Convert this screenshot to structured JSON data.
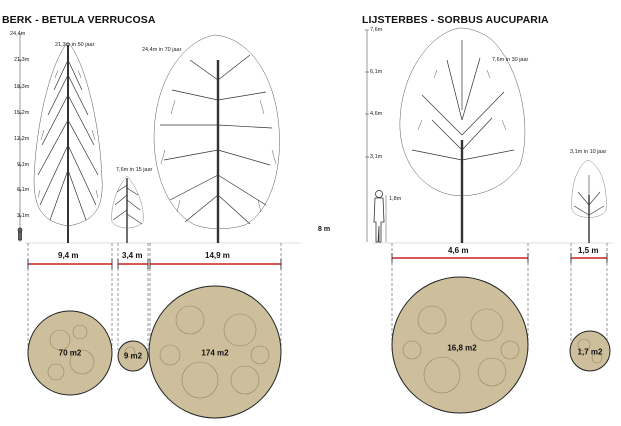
{
  "left": {
    "title": "BERK - BETULA VERRUCOSA",
    "axis_ticks": [
      "24,4m",
      "21,3m",
      "18,3m",
      "15,2m",
      "12,2m",
      "9,1m",
      "6,1m",
      "3,1m"
    ],
    "trees": [
      {
        "annotation": "21,3m in 50 jaar",
        "width": "9,4 m",
        "area": "70 m2"
      },
      {
        "annotation": "7,6m in 15 jaar",
        "width": "3,4 m",
        "area": "9 m2"
      },
      {
        "annotation": "24,4m in 70 jaar",
        "width": "14,9 m",
        "area": "174 m2"
      }
    ]
  },
  "right": {
    "title": "LIJSTERBES - SORBUS AUCUPARIA",
    "axis_ticks": [
      "7,6m",
      "6,1m",
      "4,6m",
      "3,1m"
    ],
    "person_height": "1,8m",
    "trees": [
      {
        "annotation": "7,6m in 30 jaar",
        "width": "4,6 m",
        "area": "16,8 m2"
      },
      {
        "annotation": "3,1m in 10 jaar",
        "width": "1,5 m",
        "area": "1,7 m2"
      }
    ]
  },
  "stray_label": "8 m",
  "colors": {
    "dimension_line": "#cc2222",
    "canopy_fill": "#cdbf9b",
    "canopy_stroke": "#8c7a55"
  }
}
